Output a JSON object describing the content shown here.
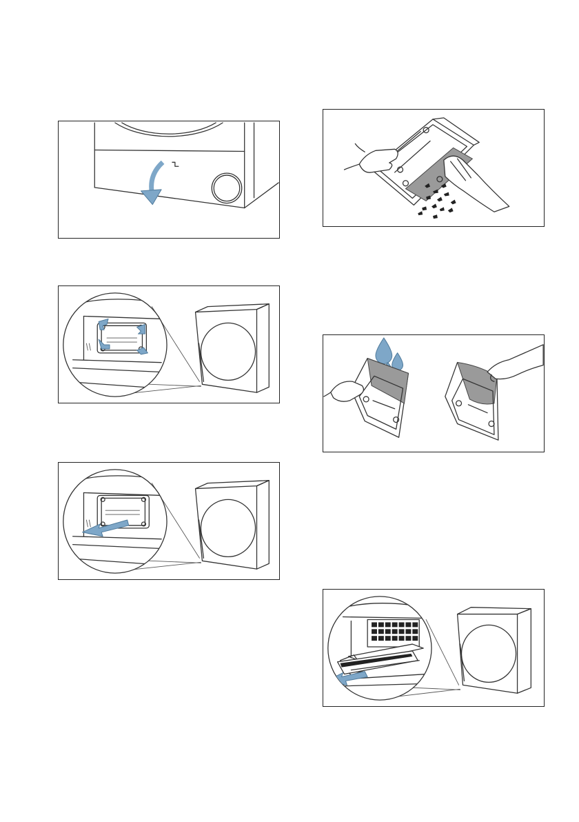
{
  "document": {
    "type": "instruction-manual-page",
    "figures": [
      {
        "id": "fig-1",
        "icon": "open-flap-icon"
      },
      {
        "id": "fig-2",
        "icon": "unlock-latches-icon"
      },
      {
        "id": "fig-3",
        "icon": "pull-out-cover-icon"
      },
      {
        "id": "fig-4",
        "icon": "remove-lint-icon"
      },
      {
        "id": "fig-5",
        "icon": "rinse-filter-icon"
      },
      {
        "id": "fig-6",
        "icon": "pull-out-filter-drawer-icon"
      }
    ]
  },
  "colors": {
    "arrow": "#7ea7c8",
    "arrow_stroke": "#4f7a9b",
    "line_art": "#333333",
    "filter_mesh": "#9a9a9a",
    "frame": "#222222"
  }
}
